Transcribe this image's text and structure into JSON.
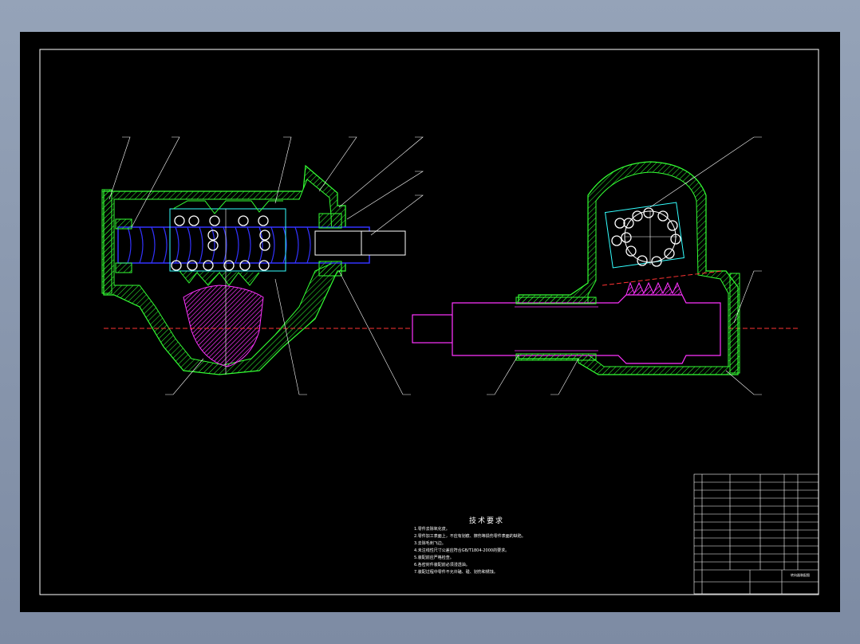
{
  "technical_requirements": {
    "title": "技术要求",
    "items": [
      "1.零件去除氧化皮。",
      "2.零件加工表面上，不应有划痕、擦伤等损伤零件表面的缺陷。",
      "3.去除毛刺飞边。",
      "4.未注线性尺寸公差应符合GB/T1804-2000的要求。",
      "5.装配前应严格检查。",
      "6.各密封件装配前必须浸透油。",
      "7.装配过程中零件不允许磕、碰、划伤和锈蚀。"
    ]
  },
  "title_block": {
    "drawing_name": "转向器装配图"
  },
  "colors": {
    "sheet": "#000000",
    "frame": "#ffffff",
    "housing": "#33ff33",
    "screw": "#3333ff",
    "balls": "#ffffff",
    "sector": "#ff33ff",
    "cyan": "#33ffff",
    "centerline": "#ff3333",
    "hatch": "#33ff33"
  }
}
